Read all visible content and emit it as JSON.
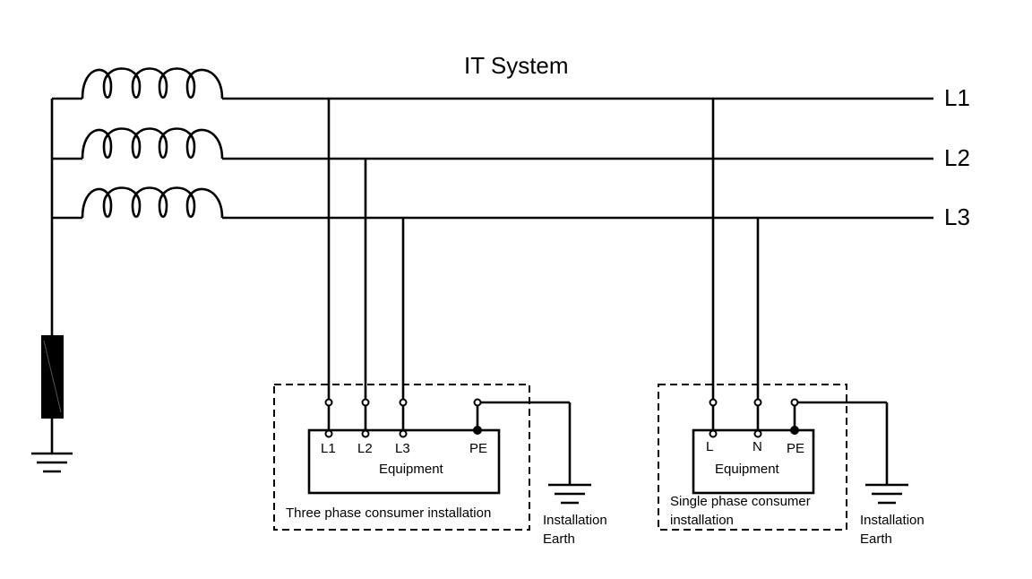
{
  "title": "IT System",
  "phases": [
    "L1",
    "L2",
    "L3"
  ],
  "three_phase": {
    "terminals": [
      "L1",
      "L2",
      "L3",
      "PE"
    ],
    "equipment_label": "Equipment",
    "caption": "Three phase consumer installation"
  },
  "single_phase": {
    "terminals": [
      "L",
      "N",
      "PE"
    ],
    "equipment_label": "Equipment",
    "caption_line1": "Single phase consumer",
    "caption_line2": "installation"
  },
  "earth_left": {
    "line1": "Installation",
    "line2": "Earth"
  },
  "earth_right": {
    "line1": "Installation",
    "line2": "Earth"
  }
}
